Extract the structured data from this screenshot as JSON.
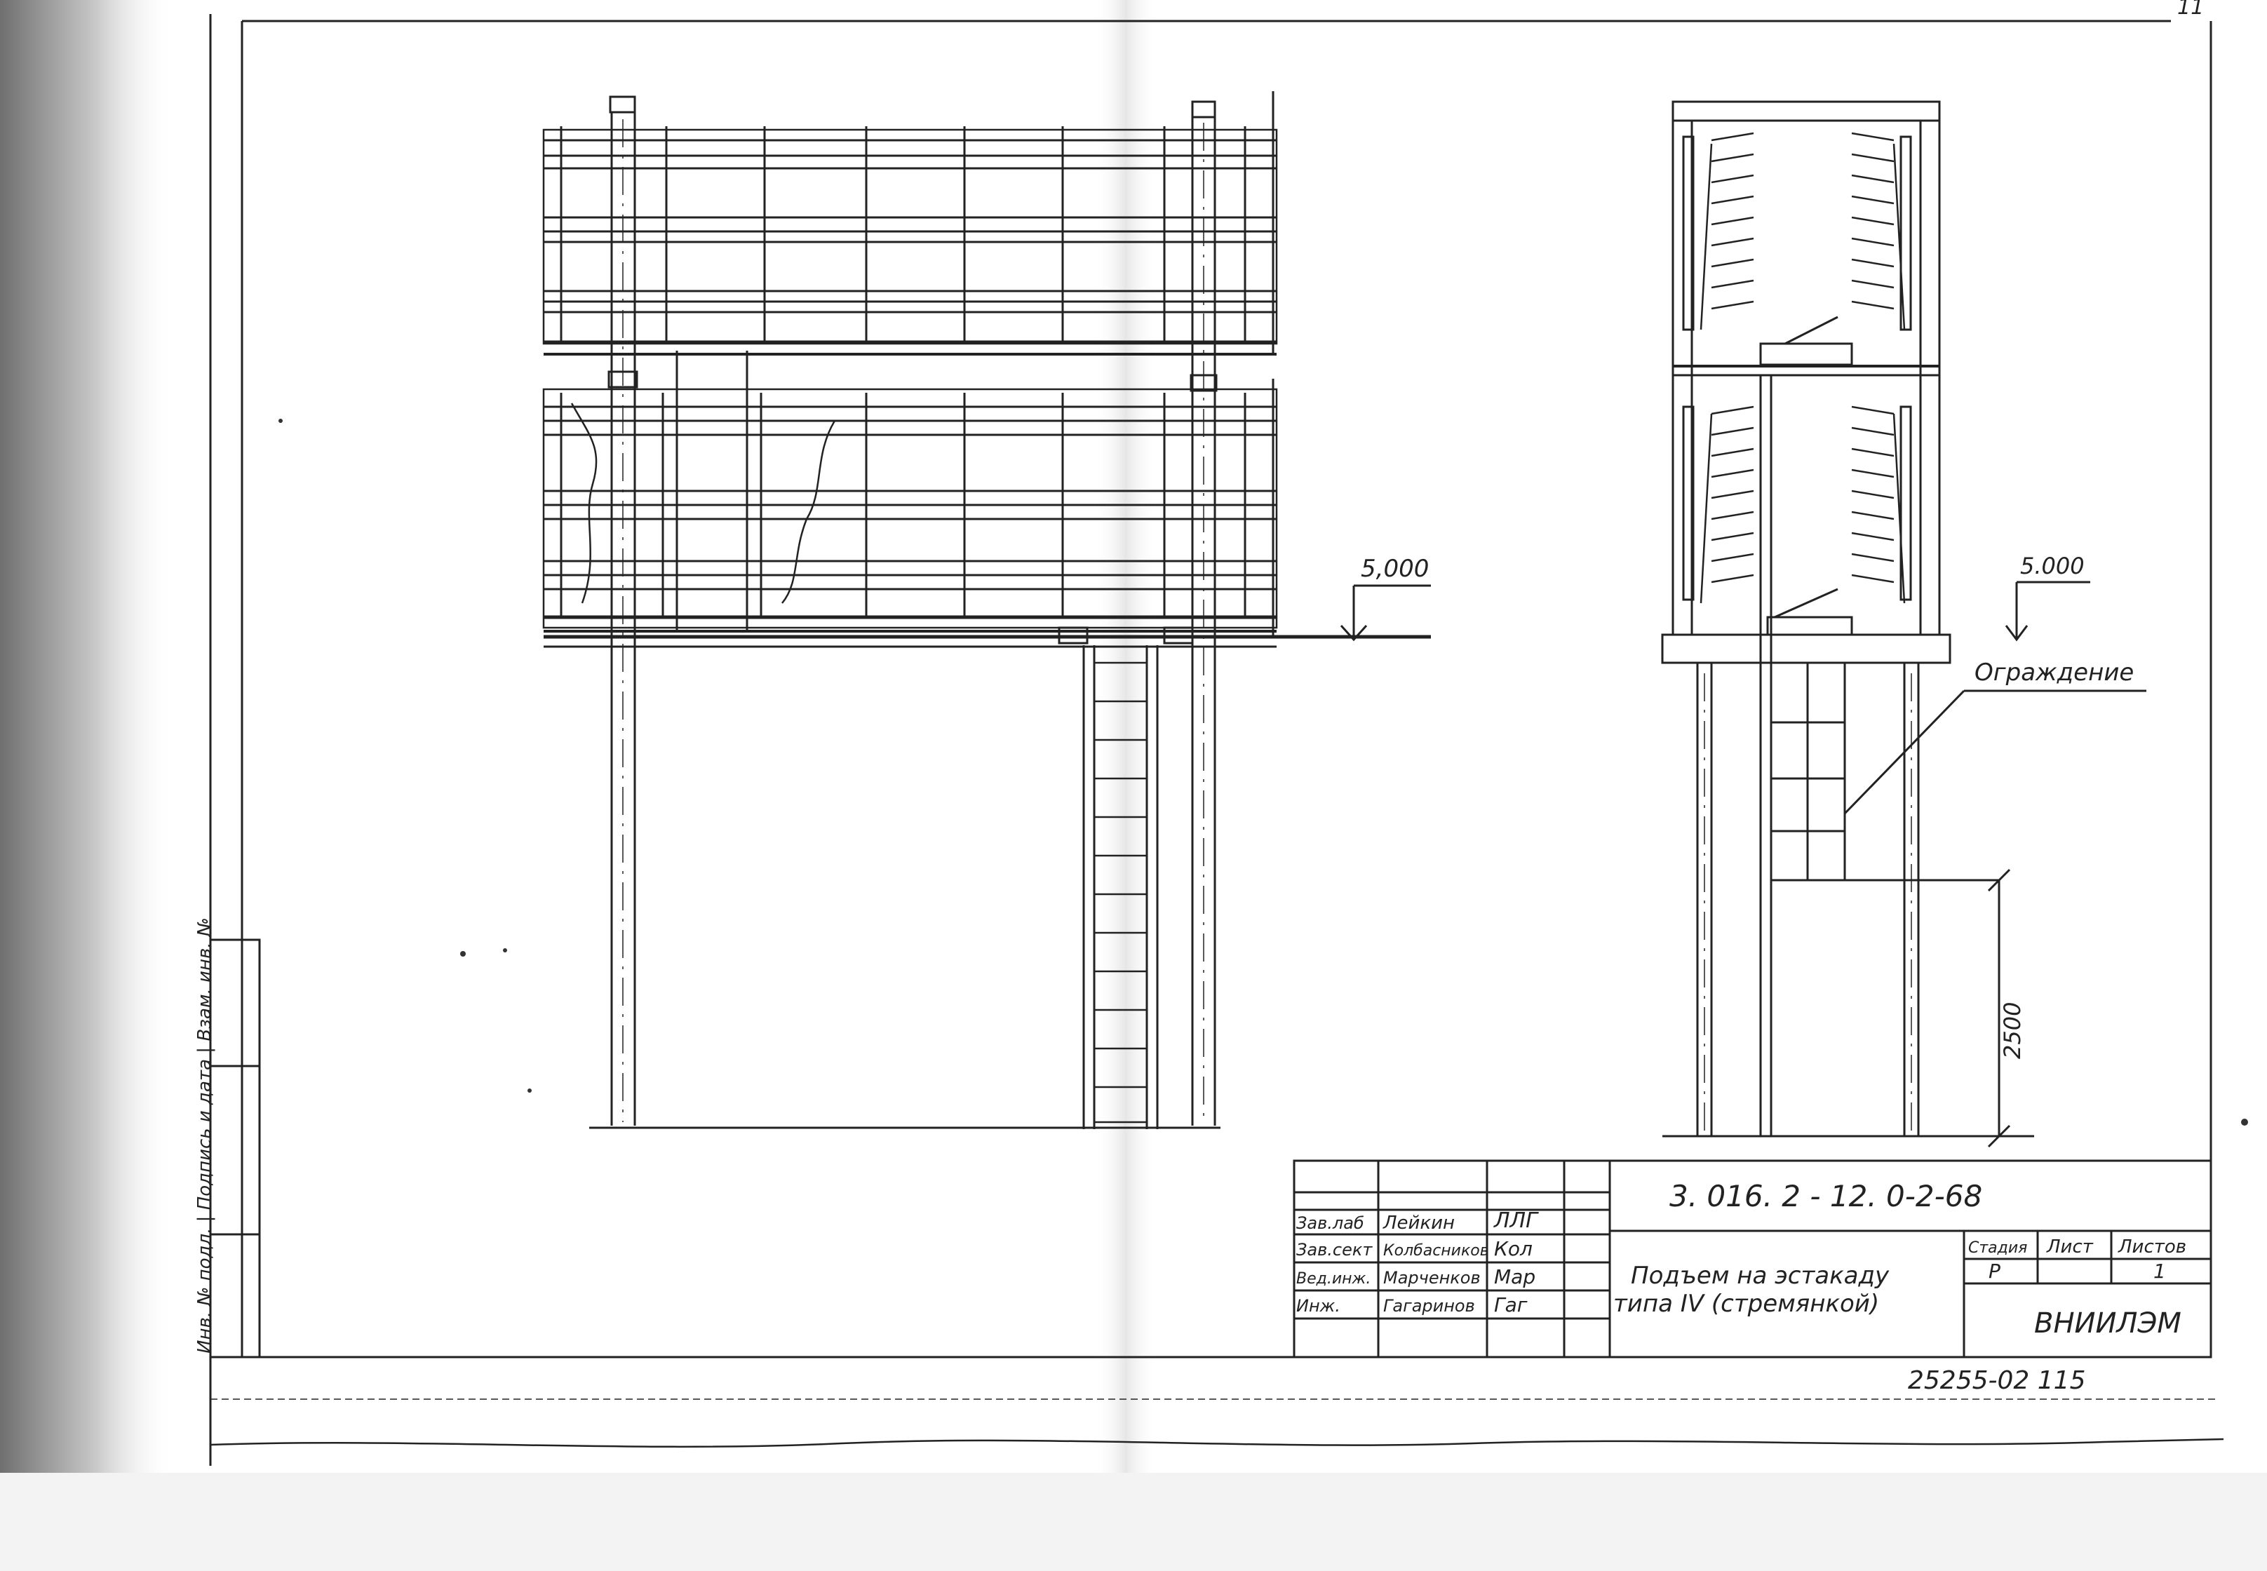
{
  "drawing": {
    "elevation_left": "5,000",
    "elevation_right": "5.000",
    "railing_label": "Ограждение",
    "height_dim": "2500"
  },
  "title_block": {
    "doc_code": "3. 016. 2 - 12. 0-2-68",
    "title_line1": "Подъем на эстакаду",
    "title_line2": "типа IV (стремянкой)",
    "col_stage": "Стадия",
    "col_sheet": "Лист",
    "col_sheets": "Листов",
    "stage": "Р",
    "sheets": "1",
    "org": "ВНИИЛЭМ",
    "staff": [
      {
        "role": "Зав.лаб",
        "name": "Лейкин",
        "sign": "ЛЛГ"
      },
      {
        "role": "Зав.сект",
        "name": "Колбасников",
        "sign": "Кол"
      },
      {
        "role": "Вед.инж.",
        "name": "Марченков",
        "sign": "Мар"
      },
      {
        "role": "Инж.",
        "name": "Гагаринов",
        "sign": "Гаг"
      }
    ]
  },
  "side_stamp": "Инв. № подл. | Подпись и дата | Взам. инв. №",
  "archive_no": "25255-02   115",
  "corner_mark": "11",
  "colors": {
    "line": "#222222",
    "paper": "#ffffff",
    "shade": "#9a9a9a"
  }
}
